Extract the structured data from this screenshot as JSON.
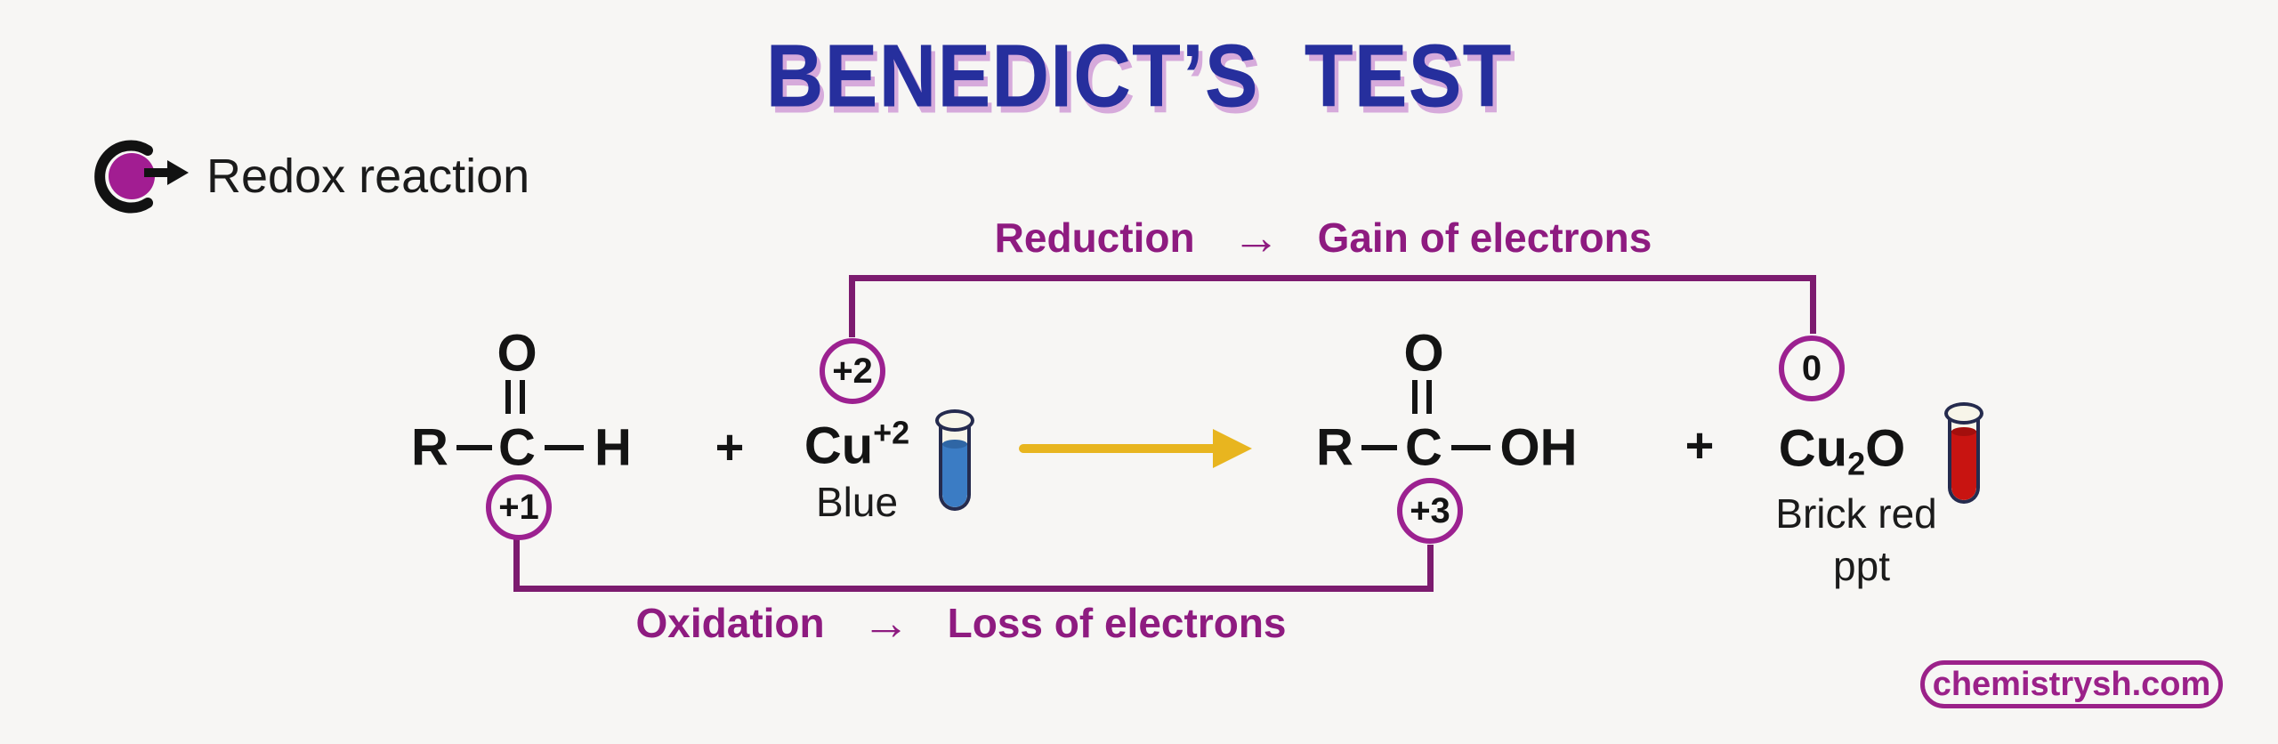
{
  "background": "#f7f6f4",
  "title": {
    "text": "BENEDICT’S TEST",
    "color": "#262f9d",
    "shadow_color": "#d6aadb"
  },
  "subtitle": {
    "icon": "redox-cycle-arrow-icon",
    "icon_color": "#a21d92",
    "text": "Redox reaction"
  },
  "reduction": {
    "label": "Reduction",
    "arrow": "→",
    "result": "Gain of electrons",
    "color": "#8e1b80"
  },
  "oxidation": {
    "label": "Oxidation",
    "arrow": "→",
    "result": "Loss of electrons",
    "color": "#8e1b80"
  },
  "equation": {
    "aldehyde": {
      "o": "O",
      "r": "R",
      "c": "C",
      "h": "H",
      "oxidation_state": "+1"
    },
    "plus_left": "+",
    "copper_ion": {
      "base": "Cu",
      "superscript": "+2",
      "oxidation_state": "+2",
      "color_note": "Blue",
      "tube_liquid_color": "#3b7cc4"
    },
    "acid": {
      "o": "O",
      "r": "R",
      "c": "C",
      "oh": "OH",
      "oxidation_state": "+3"
    },
    "plus_right": "+",
    "copper_oxide": {
      "base": "Cu",
      "subscript": "2",
      "oxide": "O",
      "oxidation_state": "0",
      "color_note_line1": "Brick red",
      "color_note_line2": "ppt",
      "tube_liquid_color": "#c81411"
    }
  },
  "colors": {
    "bracket_purple": "#7c1b6f",
    "circle_stroke": "#9c2190",
    "reaction_arrow_yellow": "#e8b51f",
    "tube_outline": "#252b4e",
    "ink": "#141414"
  },
  "watermark": {
    "text": "chemistrysh.com",
    "color": "#9b2189"
  }
}
